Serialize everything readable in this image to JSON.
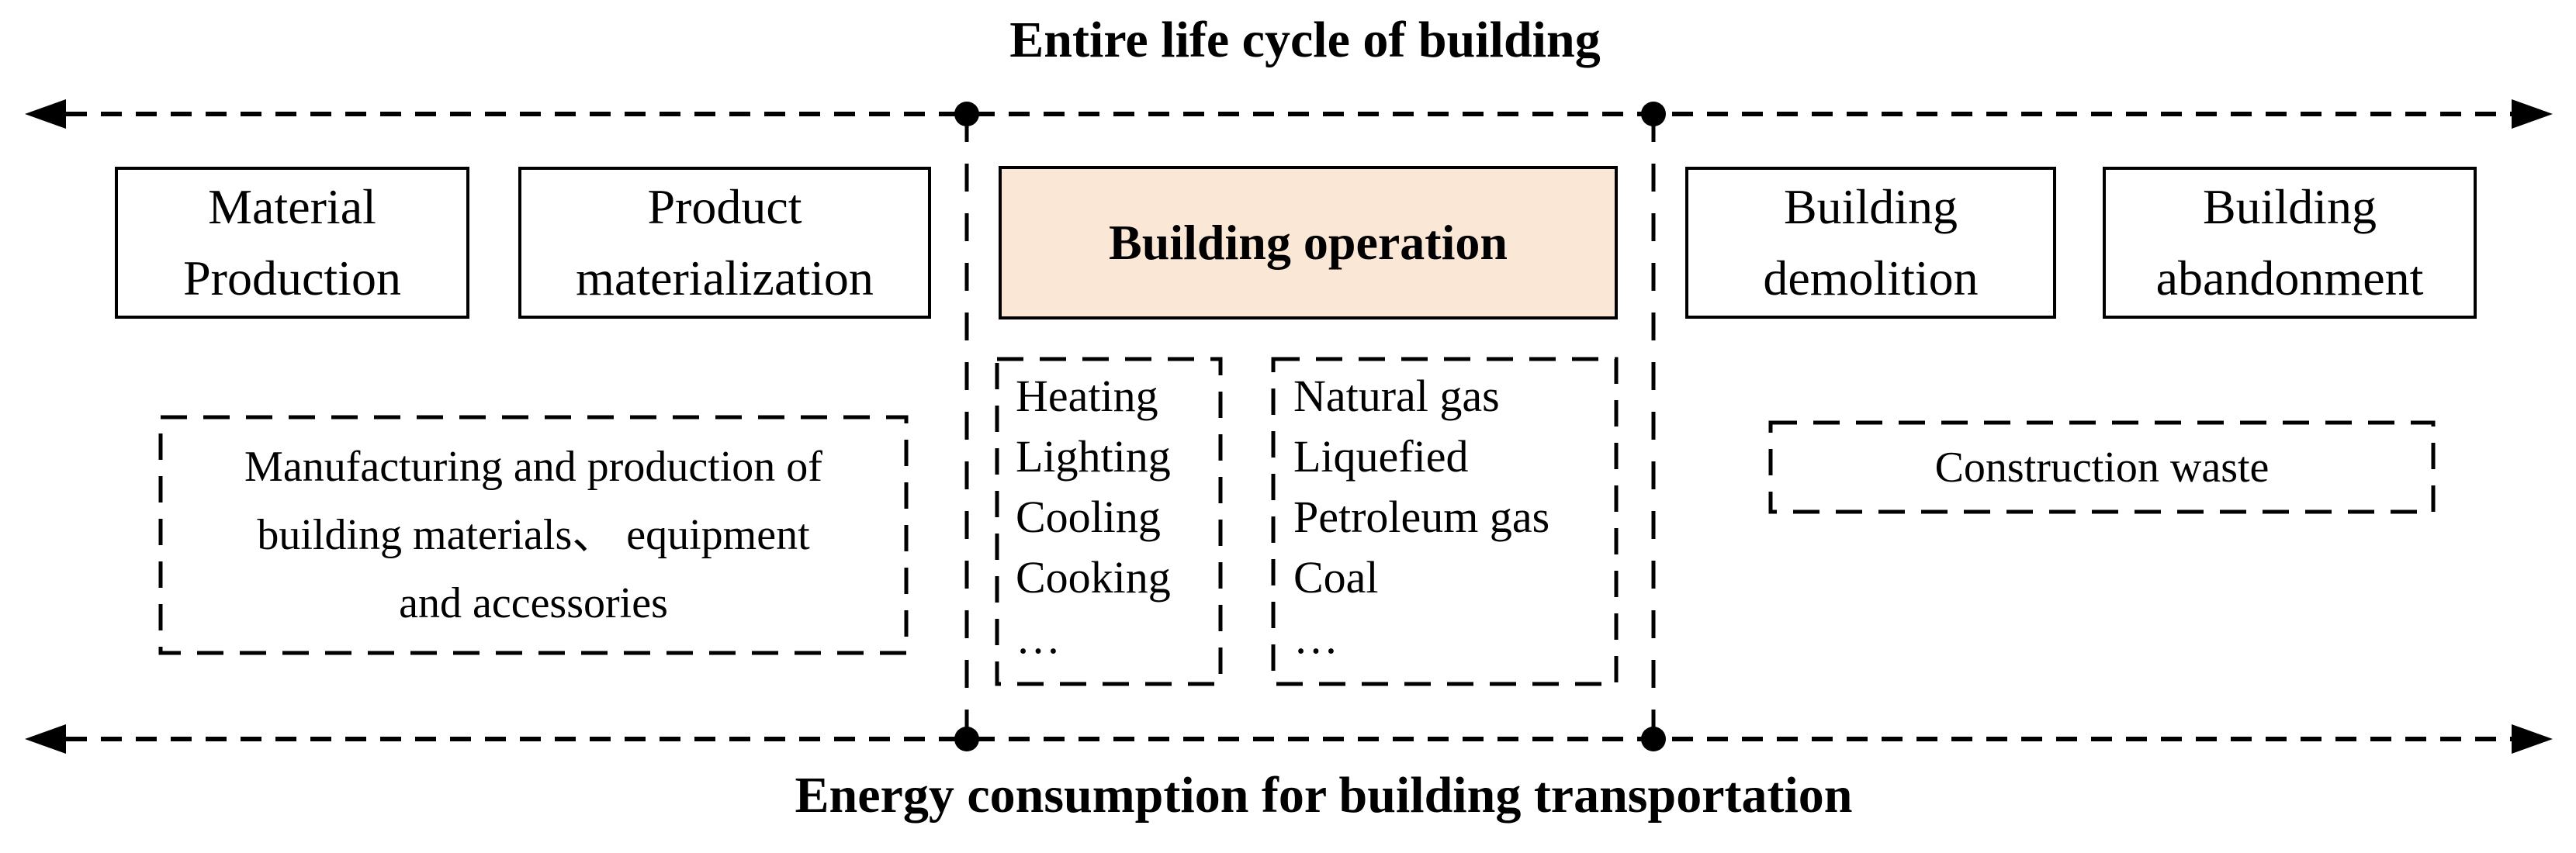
{
  "figure": {
    "top_axis": {
      "label": "Entire life cycle of building"
    },
    "bottom_axis": {
      "label": "Energy consumption for building transportation"
    },
    "stages": [
      {
        "label": "Material Production",
        "highlighted": false
      },
      {
        "label": "Product materialization",
        "highlighted": false
      },
      {
        "label": "Building operation",
        "highlighted": true
      },
      {
        "label": "Building demolition",
        "highlighted": false
      },
      {
        "label": "Building abandonment",
        "highlighted": false
      }
    ],
    "manufacturing_note": {
      "lines": [
        "Manufacturing and production of",
        "building materials、 equipment",
        "and accessories"
      ]
    },
    "operation_activities": {
      "items": [
        "Heating",
        "Lighting",
        "Cooling",
        "Cooking",
        "…"
      ]
    },
    "operation_energy_sources": {
      "items": [
        "Natural gas",
        "Liquefied",
        "Petroleum gas",
        "Coal",
        "…"
      ]
    },
    "demolition_note": {
      "label": "Construction waste"
    },
    "colors": {
      "highlight_fill": "#fbe7d6",
      "line_color": "#000000"
    }
  }
}
